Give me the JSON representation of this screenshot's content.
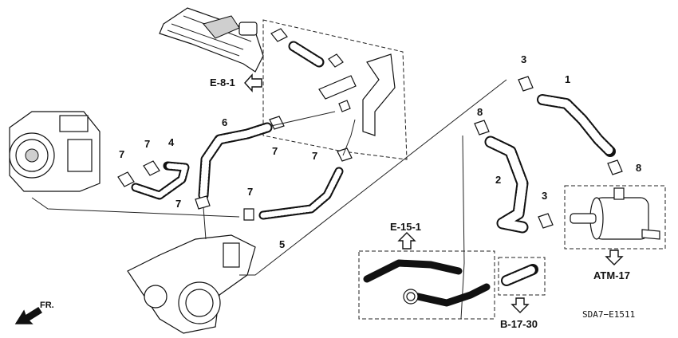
{
  "diagram": {
    "part_numbers": [
      {
        "id": "n1",
        "text": "1"
      },
      {
        "id": "n2",
        "text": "2"
      },
      {
        "id": "n3a",
        "text": "3"
      },
      {
        "id": "n3b",
        "text": "3"
      },
      {
        "id": "n4",
        "text": "4"
      },
      {
        "id": "n5",
        "text": "5"
      },
      {
        "id": "n6",
        "text": "6"
      },
      {
        "id": "n7a",
        "text": "7"
      },
      {
        "id": "n7b",
        "text": "7"
      },
      {
        "id": "n7c",
        "text": "7"
      },
      {
        "id": "n7d",
        "text": "7"
      },
      {
        "id": "n7e",
        "text": "7"
      },
      {
        "id": "n7f",
        "text": "7"
      },
      {
        "id": "n8a",
        "text": "8"
      },
      {
        "id": "n8b",
        "text": "8"
      }
    ],
    "references": {
      "e81": "E-8-1",
      "e151": "E-15-1",
      "atm17": "ATM-17",
      "b1730": "B-17-30",
      "front": "FR."
    },
    "drawing_code": "SDA7−E1511"
  }
}
